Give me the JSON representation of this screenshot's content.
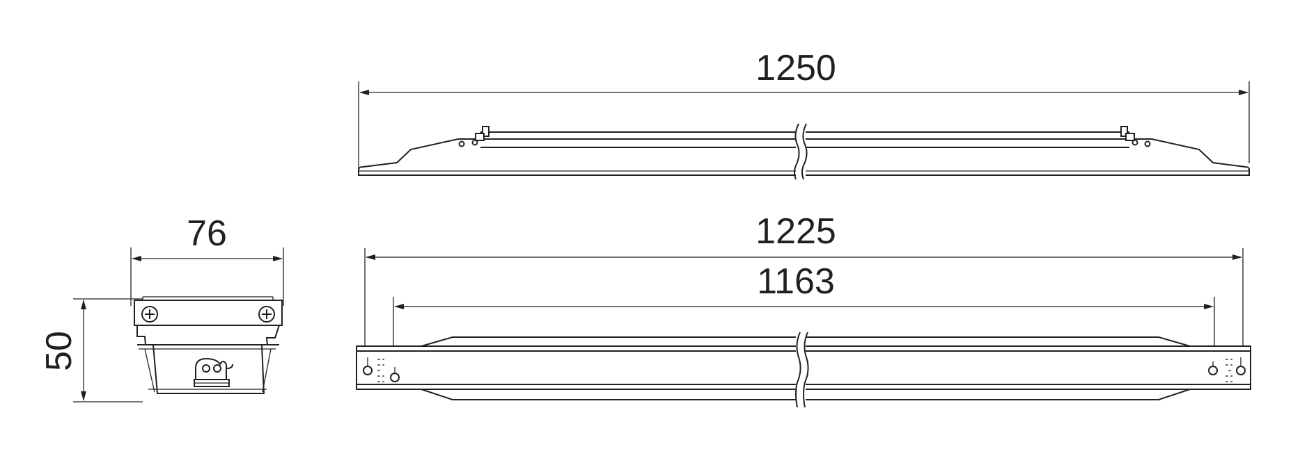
{
  "dimensions": {
    "side_width": "76",
    "side_height": "50",
    "top_length": "1250",
    "bottom_length": "1225",
    "mounting_length": "1163"
  },
  "colors": {
    "line": "#231f20",
    "background": "#ffffff"
  }
}
